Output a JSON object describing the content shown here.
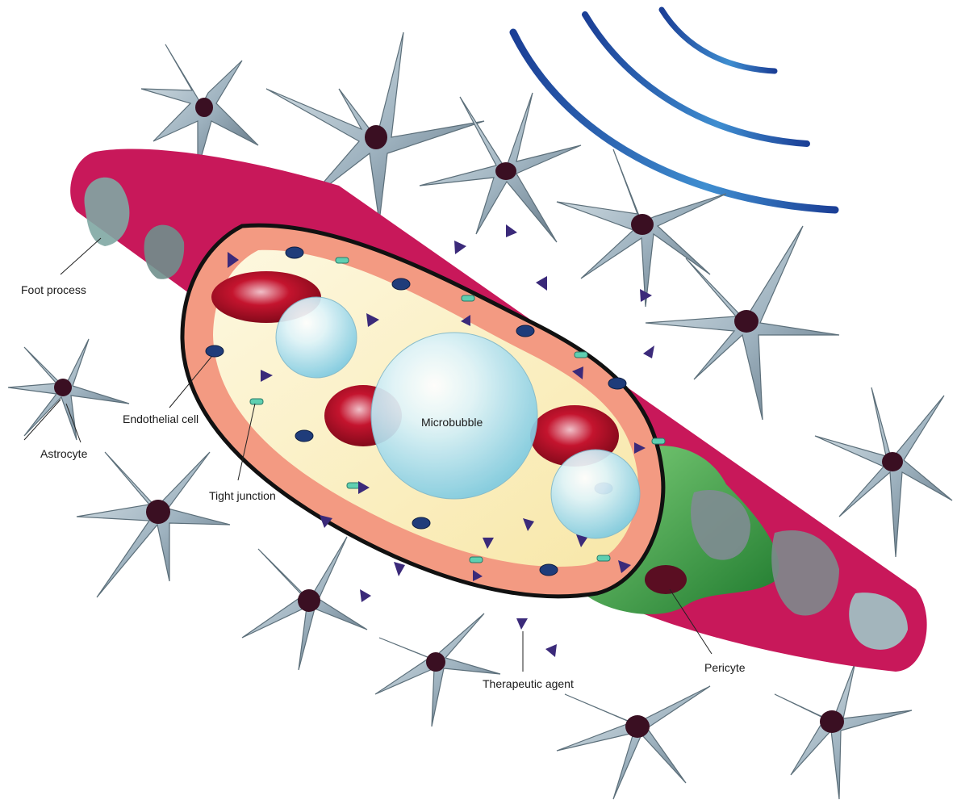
{
  "labels": {
    "foot_process": "Foot process",
    "astrocyte": "Astrocyte",
    "endothelial_cell": "Endothelial cell",
    "tight_junction": "Tight junction",
    "microbubble": "Microbubble",
    "therapeutic_agent": "Therapeutic agent",
    "pericyte": "Pericyte"
  },
  "colors": {
    "vessel": "#c8185a",
    "lumen": "#fbf3cf",
    "endothelium": "#f39a82",
    "nucleus": "#1f3c7a",
    "astrocyte": "#a7bcc7",
    "astrocyte_nucleus": "#3a0f22",
    "pericyte": "#3da84a",
    "microbubble": "#b9e6f2",
    "red_blood_cell": "#b8102a",
    "therapeutic_agent": "#3b2a7a",
    "tight_junction": "#5fcfb1",
    "ultrasound_wave": "#1c4fa6"
  }
}
